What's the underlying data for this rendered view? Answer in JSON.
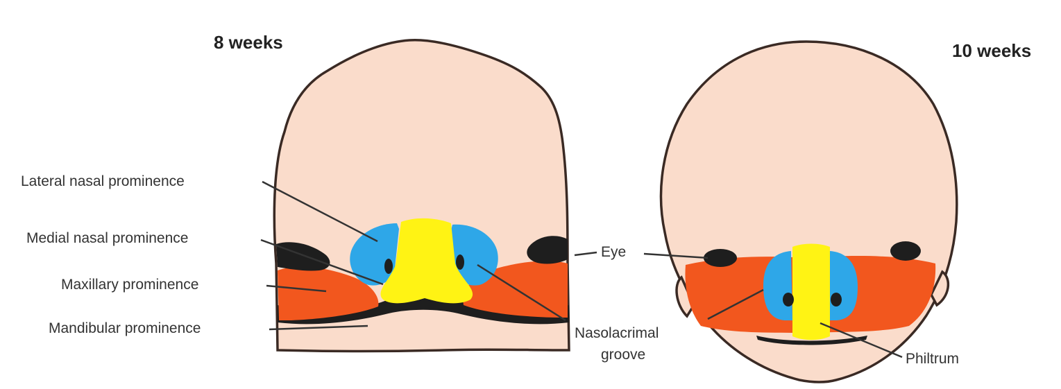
{
  "colors": {
    "skin": "#fadccb",
    "outline": "#3a2a24",
    "maxillary": "#f2571e",
    "lateral_nasal": "#2ea7e8",
    "medial_nasal": "#fff314",
    "dark": "#1e1e1e"
  },
  "panels": [
    {
      "title": "8 weeks"
    },
    {
      "title": "10 weeks"
    }
  ],
  "labels": {
    "lateral_nasal": "Lateral nasal prominence",
    "medial_nasal": "Medial nasal prominence",
    "maxillary": "Maxillary prominence",
    "mandibular": "Mandibular prominence",
    "eye": "Eye",
    "nasolacrimal_line1": "Nasolacrimal",
    "nasolacrimal_line2": "groove",
    "philtrum": "Philtrum"
  }
}
